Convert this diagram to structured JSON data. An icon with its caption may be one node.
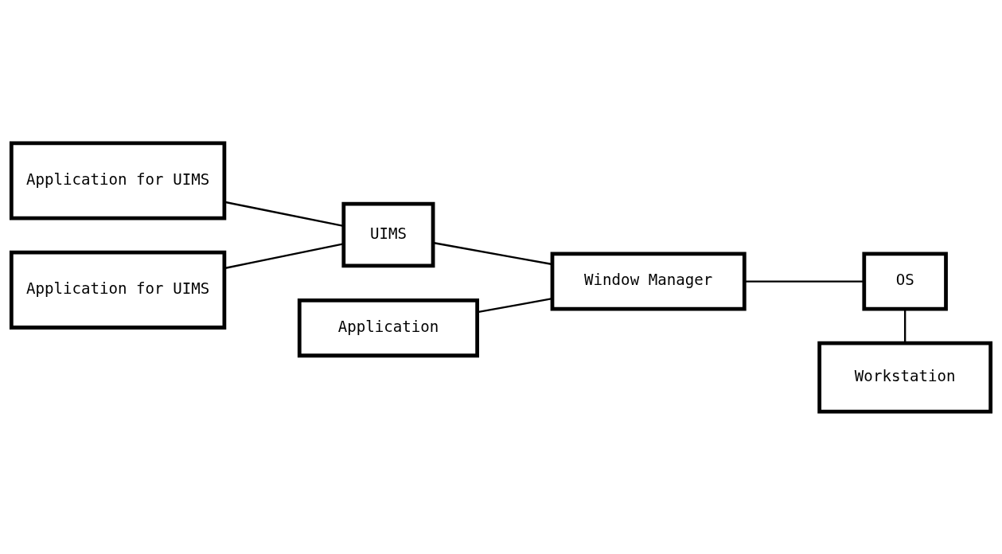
{
  "diagram": {
    "nodes": [
      {
        "text": [
          "Application for UIMS"
        ]
      },
      {
        "text": [
          "Application for UIMS"
        ]
      },
      {
        "text": [
          "UIMS"
        ]
      },
      {
        "text": [
          "Application"
        ]
      },
      {
        "text": [
          "Window Manager"
        ]
      },
      {
        "text": [
          "OS"
        ]
      },
      {
        "text": [
          "Workstation"
        ]
      }
    ],
    "edges": [
      {
        "from": 0,
        "to": 2,
        "arrow": "none"
      },
      {
        "from": 1,
        "to": 2,
        "arrow": "none"
      },
      {
        "from": 2,
        "to": 4,
        "arrow": "none"
      },
      {
        "from": 3,
        "to": 4,
        "arrow": "none"
      },
      {
        "from": 4,
        "to": 5,
        "arrow": "none"
      },
      {
        "from": 5,
        "to": 6,
        "arrow": "none"
      }
    ]
  }
}
